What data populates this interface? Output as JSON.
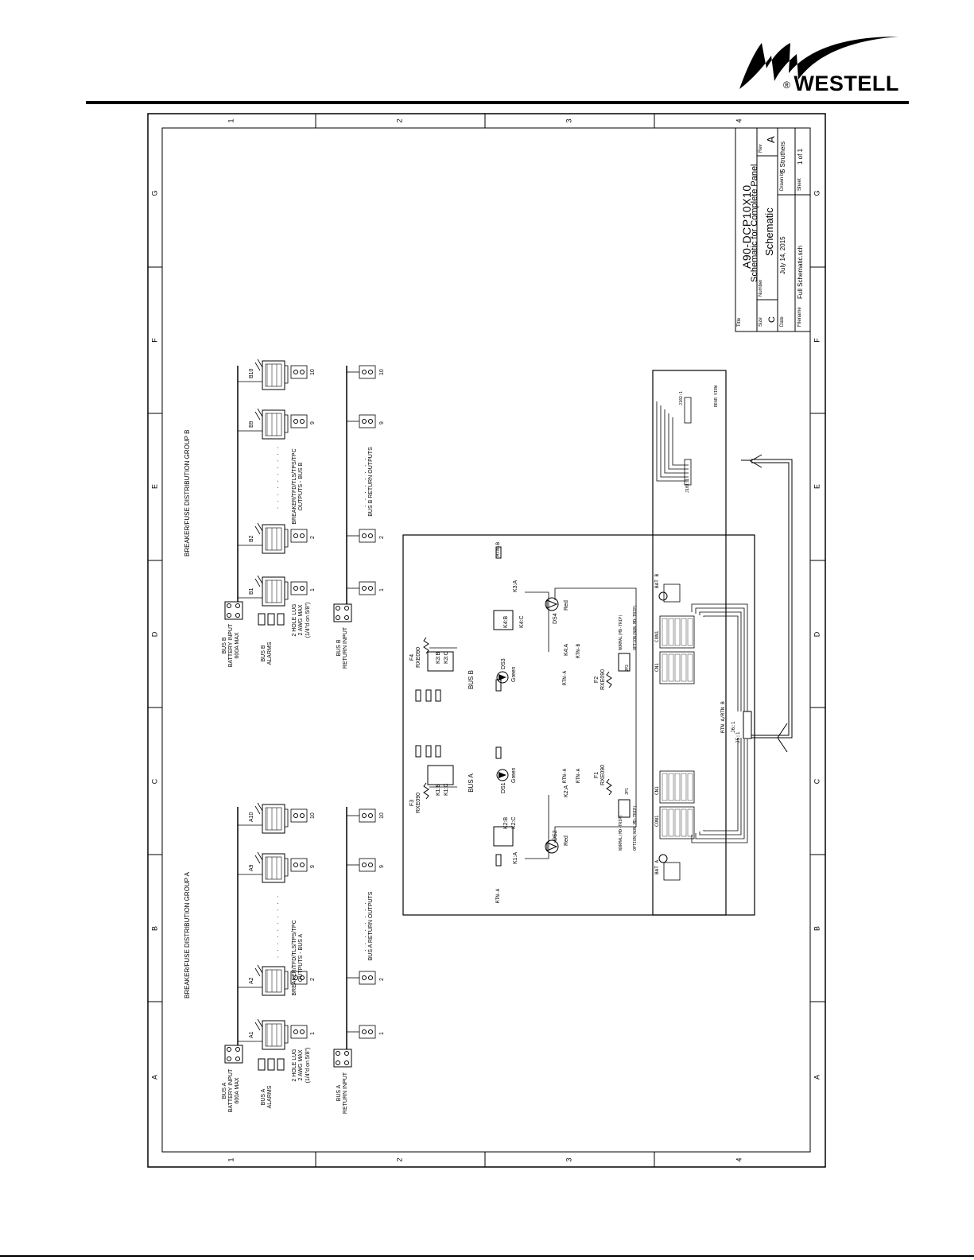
{
  "header": {
    "brand": "WESTELL",
    "registered": "®"
  },
  "frame": {
    "cols": [
      "1",
      "2",
      "3",
      "4"
    ],
    "rows": [
      "A",
      "B",
      "C",
      "D",
      "E",
      "F",
      "G"
    ]
  },
  "title_block": {
    "title_label": "Title",
    "title_line1": "A90-DCP10X10",
    "title_line2": "Schematic for Complete Panel",
    "size_label": "Size",
    "size_value": "C",
    "number_label": "Number",
    "number_value": "Schematic",
    "rev_label": "Rev",
    "rev_value": "A",
    "date_label": "Date",
    "date_value": "July 14, 2015",
    "drawn_label": "Drawn by",
    "drawn_value": "S Struthers",
    "filename_label": "Filename",
    "filename_value": "Full Schematic.sch",
    "sheet_label": "Sheet",
    "sheet_value": "1 of 1"
  },
  "group_a": {
    "heading": "BREAKER/FUSE DISTRIBUTION GROUP A",
    "bus_input_1": "BUS A",
    "bus_input_2": "BATTERY INPUT",
    "bus_input_3": "600A MAX",
    "alarms_1": "BUS A",
    "alarms_2": "ALARMS",
    "lug_1": "2 HOLE LUG",
    "lug_2": "2 AWG MAX",
    "lug_3": "(1/4\"d on 5/8\")",
    "return_1": "BUS A",
    "return_2": "RETURN INPUT",
    "outputs_1": "BREAKER/TFD/TLS/TPS/TPC",
    "outputs_2": "OUTPUTS - BUS A",
    "return_outputs": "BUS A RETURN OUTPUTS",
    "positions": [
      "A1",
      "A2",
      "A9",
      "A10"
    ],
    "numbers": [
      "1",
      "2",
      "9",
      "10"
    ]
  },
  "group_b": {
    "heading": "BREAKER/FUSE DISTRIBUTION GROUP B",
    "bus_input_1": "BUS B",
    "bus_input_2": "BATTERY INPUT",
    "bus_input_3": "600A MAX",
    "alarms_1": "BUS B",
    "alarms_2": "ALARMS",
    "lug_1": "2 HOLE LUG",
    "lug_2": "2 AWG MAX",
    "lug_3": "(1/4\"d on 5/8\")",
    "return_1": "BUS B",
    "return_2": "RETURN INPUT",
    "outputs_1": "BREAKER/TFD/TLS/TPS/TPC",
    "outputs_2": "OUTPUTS - BUS B",
    "return_outputs": "BUS B RETURN OUTPUTS",
    "positions": [
      "B1",
      "B2",
      "B9",
      "B10"
    ],
    "numbers": [
      "1",
      "2",
      "9",
      "10"
    ]
  },
  "alarm_board": {
    "fuse_a_ref": "F3",
    "fuse_a_part": "RXE090",
    "fuse_b_ref": "F4",
    "fuse_b_part": "RXE090",
    "bus_a": "BUS A",
    "bus_b": "BUS B",
    "ds1": "DS1",
    "ds1_color": "Green",
    "ds2": "DS2",
    "ds2_color": "Red",
    "ds3": "DS3",
    "ds3_color": "Green",
    "ds4": "DS4",
    "ds4_color": "Red",
    "k1a": "K1:A",
    "k1b": "K1:B",
    "k1c": "K1:C",
    "k2a": "K2:A",
    "k2b": "K2:B",
    "k2c": "K2:C",
    "k3a": "K3:A",
    "k3b": "K3:B",
    "k3c": "K3:C",
    "k4a": "K4:A",
    "k4b": "K4:B",
    "k4c": "K4:C",
    "f1_ref": "F1",
    "f1_part": "RXE090",
    "f2_ref": "F2",
    "f2_part": "RXE090",
    "rtn_a": "RTN-A",
    "rtn_b": "RTN-B",
    "normal": "NORMAL(MD-TRIP)",
    "option": "OPTION(NON MD-TRIP)",
    "jp1": "JP1",
    "jp2": "JP2",
    "cn1": "CN1",
    "cn1b": "CN1",
    "con1": "CON1",
    "con1b": "CON1",
    "bat_a": "BAT A",
    "bat_b": "BAT B",
    "j5": "J5:1",
    "j6": "J6:1",
    "rtn_ab": "RTN A/RTN B",
    "j101": "J101:1",
    "j102": "J102:1",
    "rear_view": "REAR VIEW"
  }
}
